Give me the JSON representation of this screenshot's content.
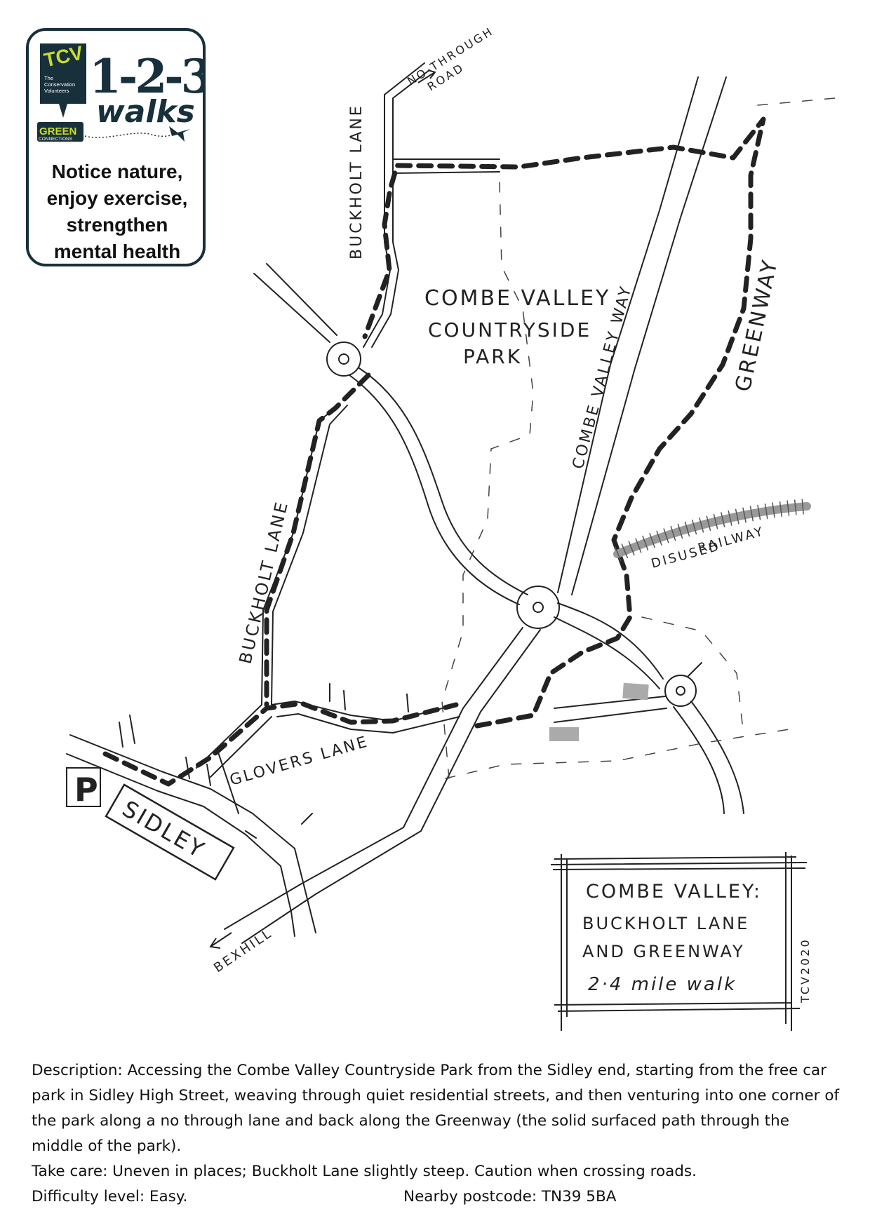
{
  "badge": {
    "org_short": "TCV",
    "org_name_line1": "The",
    "org_name_line2": "Conservation",
    "org_name_line3": "Volunteers",
    "series_numbers": "1-2-3",
    "series_word": "walks",
    "green_label_top": "GREEN",
    "green_label_bottom": "CONNECTIONS",
    "tagline": [
      "Notice nature,",
      "enjoy exercise,",
      "strengthen",
      "mental health"
    ],
    "colors": {
      "brand_dark": "#17303b",
      "brand_green": "#c9dc2a"
    }
  },
  "map": {
    "labels": {
      "no_through_road_1": "NO THROUGH",
      "no_through_road_2": "ROAD",
      "buckholt_lane_north": "BUCKHOLT LANE",
      "buckholt_lane_south": "BUCKHOLT LANE",
      "park_line1": "COMBE VALLEY",
      "park_line2": "COUNTRYSIDE",
      "park_line3": "PARK",
      "combe_valley_way": "COMBE VALLEY WAY",
      "greenway": "GREENWAY",
      "disused_railway_1": "DISUSED",
      "disused_railway_2": "RAILWAY",
      "glovers_lane": "GLOVERS LANE",
      "parking": "P",
      "sidley": "SIDLEY",
      "bexhill": "BEXHILL"
    },
    "title_box": {
      "line1": "COMBE VALLEY:",
      "line2": "BUCKHOLT LANE",
      "line3": "AND GREENWAY",
      "line4": "2·4 mile walk"
    },
    "credit": "TCV2020"
  },
  "description": {
    "text": "Description: Accessing the Combe Valley Countryside Park from the Sidley end, starting from the free car park in Sidley High Street, weaving through quiet residential streets, and then venturing into one corner of the park along a no through lane and back along the Greenway (the solid surfaced path through the middle of the park).",
    "take_care": "Take care: Uneven in places; Buckholt Lane slightly steep. Caution when crossing roads.",
    "difficulty": "Difficulty level: Easy.",
    "postcode": "Nearby postcode: TN39 5BA"
  }
}
